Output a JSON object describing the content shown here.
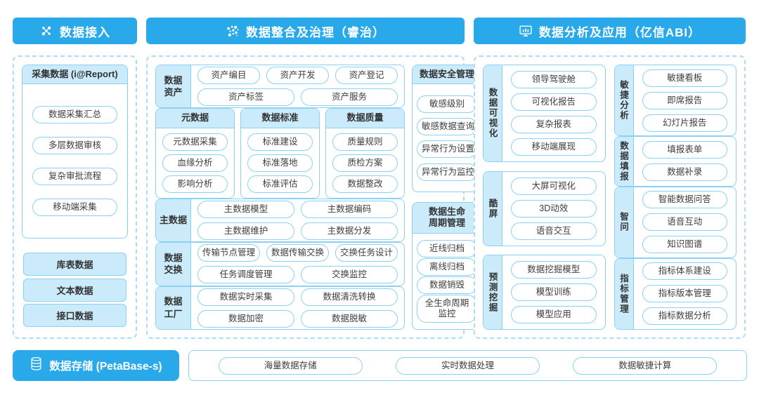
{
  "colors": {
    "primary_blue": "#29a9ea",
    "light_blue_fill": "#cbebfb",
    "border_blue": "#89d2f5",
    "dashed_border": "#aaddf6",
    "text_dark": "#3a3a3a"
  },
  "icons": {
    "access": "network-nodes-icon",
    "governance": "dots-cluster-icon",
    "analysis": "monitor-chart-icon",
    "storage": "database-icon"
  },
  "headers": {
    "access": {
      "label": "数据接入"
    },
    "governance": {
      "label": "数据整合及治理（睿治）"
    },
    "analysis": {
      "label": "数据分析及应用（亿信ABI）"
    }
  },
  "access_panel": {
    "collect_box": {
      "title": "采集数据 (i@Report)",
      "items": [
        "数据采集汇总",
        "多层数据审核",
        "复杂审批流程",
        "移动端采集"
      ]
    },
    "source_items": [
      "库表数据",
      "文本数据",
      "接口数据"
    ]
  },
  "governance_panel": {
    "asset_group": {
      "label": "数据\n资产",
      "rows": [
        [
          "资产编目",
          "资产开发",
          "资产登记"
        ],
        [
          "资产标签",
          "资产服务"
        ]
      ]
    },
    "meta_boxes": [
      {
        "title": "元数据",
        "items": [
          "元数据采集",
          "血缘分析",
          "影响分析"
        ]
      },
      {
        "title": "数据标准",
        "items": [
          "标准建设",
          "标准落地",
          "标准评估"
        ]
      },
      {
        "title": "数据质量",
        "items": [
          "质量规则",
          "质检方案",
          "数据整改"
        ]
      }
    ],
    "master_group": {
      "label": "主数据",
      "rows": [
        [
          "主数据模型",
          "主数据编码"
        ],
        [
          "主数据维护",
          "主数据分发"
        ]
      ]
    },
    "exchange_group": {
      "label": "数据\n交换",
      "rows": [
        [
          "传输节点管理",
          "数据传输交换",
          "交换任务设计"
        ],
        [
          "任务调度管理",
          "交换监控"
        ]
      ]
    },
    "factory_group": {
      "label": "数据\n工厂",
      "rows": [
        [
          "数据实时采集",
          "数据清洗转换"
        ],
        [
          "数据加密",
          "数据脱敏"
        ]
      ]
    },
    "security_box": {
      "title": "数据安全管理",
      "items": [
        "敏感级别",
        "敏感数据查询",
        "异常行为设置",
        "异常行为监控"
      ]
    },
    "lifecycle_box": {
      "title": "数据生命\n周期管理",
      "items": [
        "近线归档",
        "离线归档",
        "数据销毁",
        "全生命周期\n监控"
      ]
    }
  },
  "analysis_panel": {
    "col_a": [
      {
        "label": "数据可视化",
        "items": [
          "领导驾驶舱",
          "可视化报告",
          "复杂报表",
          "移动端展现"
        ]
      },
      {
        "label": "酷屏",
        "items": [
          "大屏可视化",
          "3D动效",
          "语音交互"
        ]
      },
      {
        "label": "预测挖掘",
        "items": [
          "数据挖掘模型",
          "模型训练",
          "模型应用"
        ]
      }
    ],
    "col_b": [
      {
        "label": "敏捷分析",
        "items": [
          "敏捷看板",
          "即席报告",
          "幻灯片报告"
        ]
      },
      {
        "label": "数据填报",
        "items": [
          "填报表单",
          "数据补录"
        ]
      },
      {
        "label": "智问",
        "items": [
          "智能数据问答",
          "语音互动",
          "知识图谱"
        ]
      },
      {
        "label": "指标管理",
        "items": [
          "指标体系建设",
          "指标版本管理",
          "指标数据分析"
        ]
      }
    ]
  },
  "storage": {
    "label": "数据存储 (PetaBase-s)",
    "items": [
      "海量数据存储",
      "实时数据处理",
      "数据敏捷计算"
    ]
  }
}
